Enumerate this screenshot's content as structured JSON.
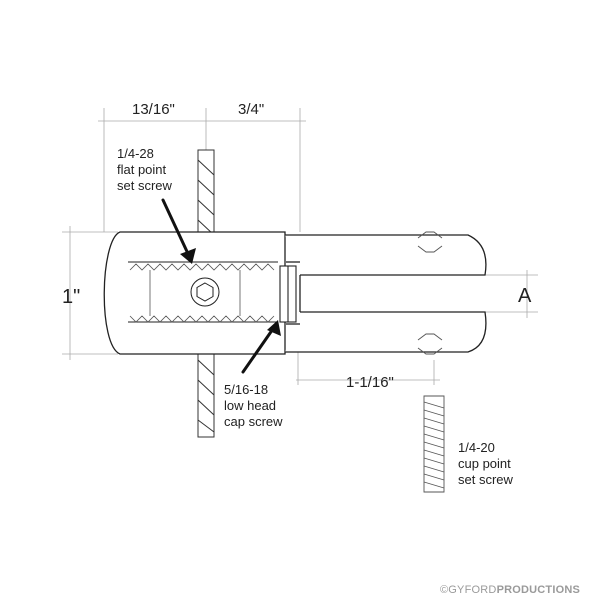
{
  "dimensions": {
    "width_left": "13/16\"",
    "width_right": "3/4\"",
    "height": "1\"",
    "slot": "A",
    "screw_offset": "1-1/16\""
  },
  "callouts": {
    "flat_point_set_screw": [
      "1/4-28",
      "flat point",
      "set screw"
    ],
    "low_head_cap_screw": [
      "5/16-18",
      "low head",
      "cap screw"
    ],
    "cup_point_set_screw": [
      "1/4-20",
      "cup point",
      "set screw"
    ]
  },
  "credit": {
    "prefix": "©GYFORD",
    "brand": "PRODUCTIONS"
  },
  "colors": {
    "line": "#222222",
    "thin": "#aaaaaa",
    "thread": "#555555",
    "credit": "#9a9a9a"
  }
}
